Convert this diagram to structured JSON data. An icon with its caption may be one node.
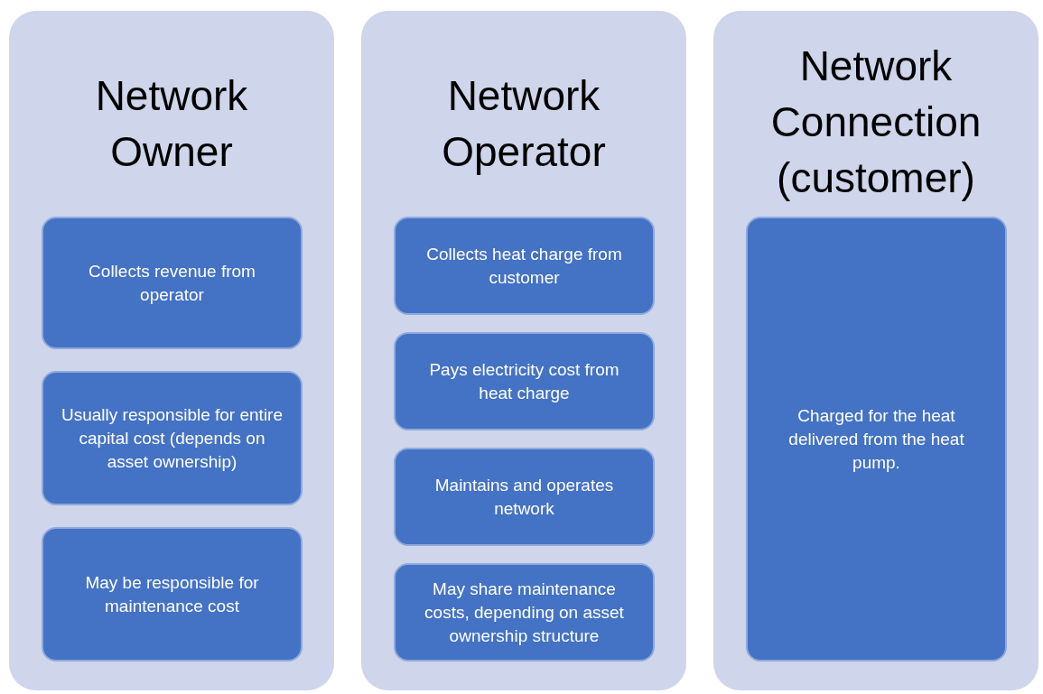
{
  "diagram": {
    "nodes": [
      {
        "text": [
          "Network Owner"
        ]
      },
      {
        "text": [
          "Collects revenue from operator"
        ],
        "in": 0
      },
      {
        "text": [
          "Usually responsible for entire capital cost (depends on asset ownership)"
        ],
        "in": 0
      },
      {
        "text": [
          "May be responsible for maintenance cost"
        ],
        "in": 0
      },
      {
        "text": [
          "Network Operator"
        ]
      },
      {
        "text": [
          "Collects heat charge from customer"
        ],
        "in": 4
      },
      {
        "text": [
          "Pays electricity cost from heat charge"
        ],
        "in": 4
      },
      {
        "text": [
          "Maintains and operates network"
        ],
        "in": 4
      },
      {
        "text": [
          "May share maintenance costs, depending on asset ownership structure"
        ],
        "in": 4
      },
      {
        "text": [
          "Network Connection (customer)"
        ]
      },
      {
        "text": [
          "Charged for the heat delivered from the heat pump."
        ],
        "in": 9
      }
    ],
    "edges": []
  }
}
